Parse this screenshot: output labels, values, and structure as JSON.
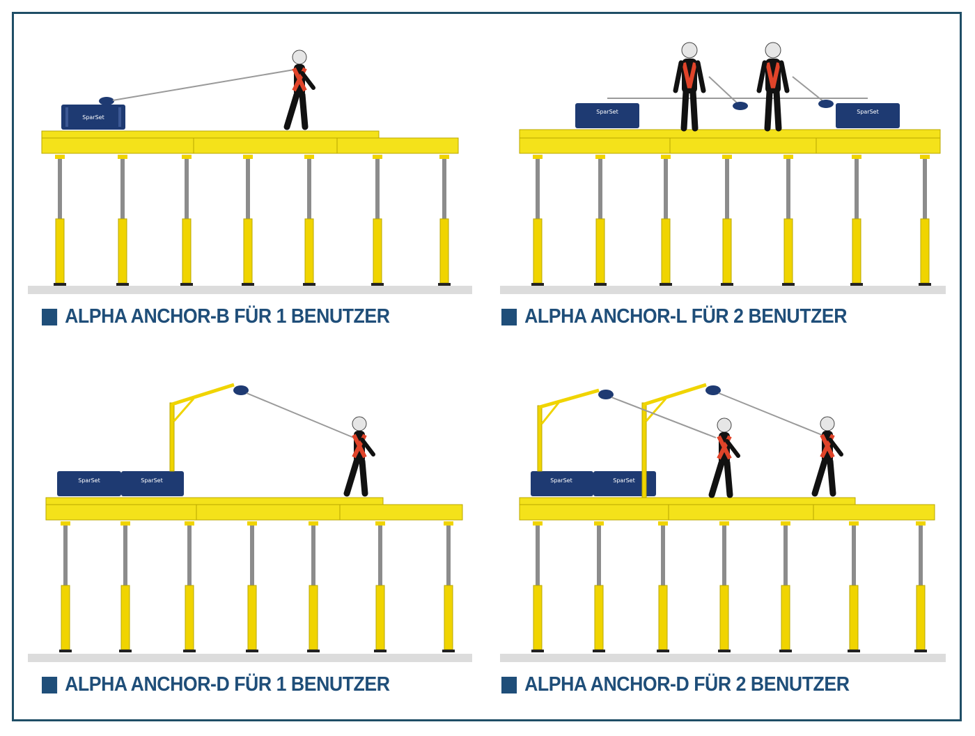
{
  "panels": [
    {
      "id": "b1",
      "caption": "ALPHA ANCHOR-B FÜR 1 BENUTZER",
      "brand_label": "SparSet"
    },
    {
      "id": "l2",
      "caption": "ALPHA ANCHOR-L FÜR 2 BENUTZER",
      "brand_label": "SparSet"
    },
    {
      "id": "d1",
      "caption": "ALPHA ANCHOR-D FÜR 1 BENUTZER",
      "brand_label": "SparSet"
    },
    {
      "id": "d2",
      "caption": "ALPHA ANCHOR-D FÜR 2 BENUTZER",
      "brand_label": "SparSet"
    }
  ],
  "colors": {
    "frame": "#1f4e66",
    "caption": "#1f4e79",
    "slab": "#f4e21a",
    "slab_edge": "#b9a700",
    "prop_steel": "#8c8c8c",
    "prop_yellow": "#f0d400",
    "ground": "#dcdcdc",
    "block": "#1e3a72",
    "harness": "#e0442a",
    "worker": "#111111",
    "helmet": "#e6e6e6",
    "cable": "#9a9a9a"
  },
  "icons": [
    "anchor-block-icon",
    "worker-icon",
    "fall-arrester-icon",
    "davit-arm-icon",
    "shoring-prop-icon"
  ]
}
